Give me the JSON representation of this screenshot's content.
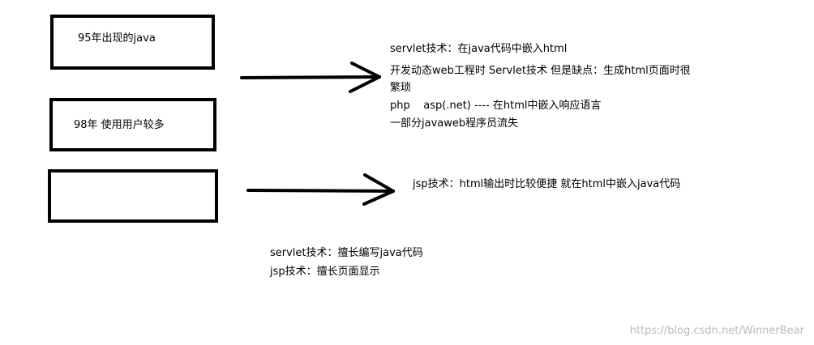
{
  "boxes": {
    "box1_label": "95年出现的java",
    "box2_label": "98年 使用用户较多",
    "box3_label": ""
  },
  "servlet_notes": {
    "line1": "servlet技术：在java代码中嵌入html",
    "line2a": "开发动态web工程时 Servlet技术 但是缺点：生成html页面时很",
    "line2b": "繁琐",
    "line3": "php    asp(.net) ---- 在html中嵌入响应语言",
    "line4": "一部分javaweb程序员流失"
  },
  "jsp_note": "jsp技术：html输出时比较便捷 就在html中嵌入java代码",
  "summary": {
    "line1": "servlet技术：擅长编写java代码",
    "line2": "jsp技术：擅长页面显示"
  },
  "watermark": "https://blog.csdn.net/WinnerBear",
  "colors": {
    "ink": "#000000",
    "watermark": "#b9b9b9",
    "background": "#ffffff"
  }
}
